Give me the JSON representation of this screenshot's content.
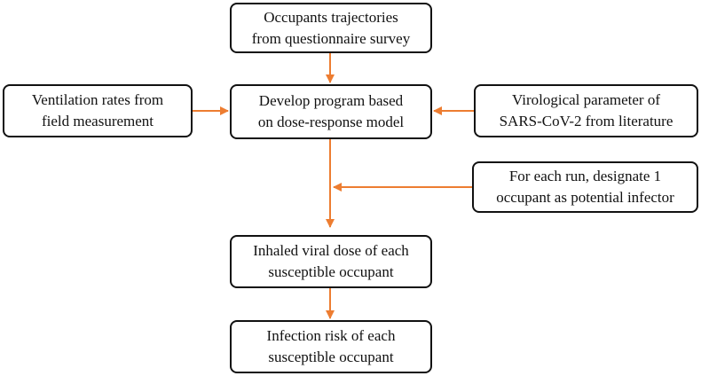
{
  "nodes": {
    "occupants": {
      "lines": [
        "Occupants trajectories",
        "from questionnaire survey"
      ]
    },
    "ventilation": {
      "lines": [
        "Ventilation rates from",
        "field measurement"
      ]
    },
    "program": {
      "lines": [
        "Develop program based",
        "on dose-response model"
      ]
    },
    "virological": {
      "lines": [
        "Virological parameter of",
        "SARS-CoV-2 from literature"
      ]
    },
    "infector": {
      "lines": [
        "For each run, designate 1",
        "occupant as potential infector"
      ]
    },
    "dose": {
      "lines": [
        "Inhaled viral dose of each",
        "susceptible occupant"
      ]
    },
    "risk": {
      "lines": [
        "Infection risk of each",
        "susceptible occupant"
      ]
    }
  },
  "colors": {
    "arrow": "#ED7D31",
    "border": "#111111",
    "text": "#111111"
  }
}
